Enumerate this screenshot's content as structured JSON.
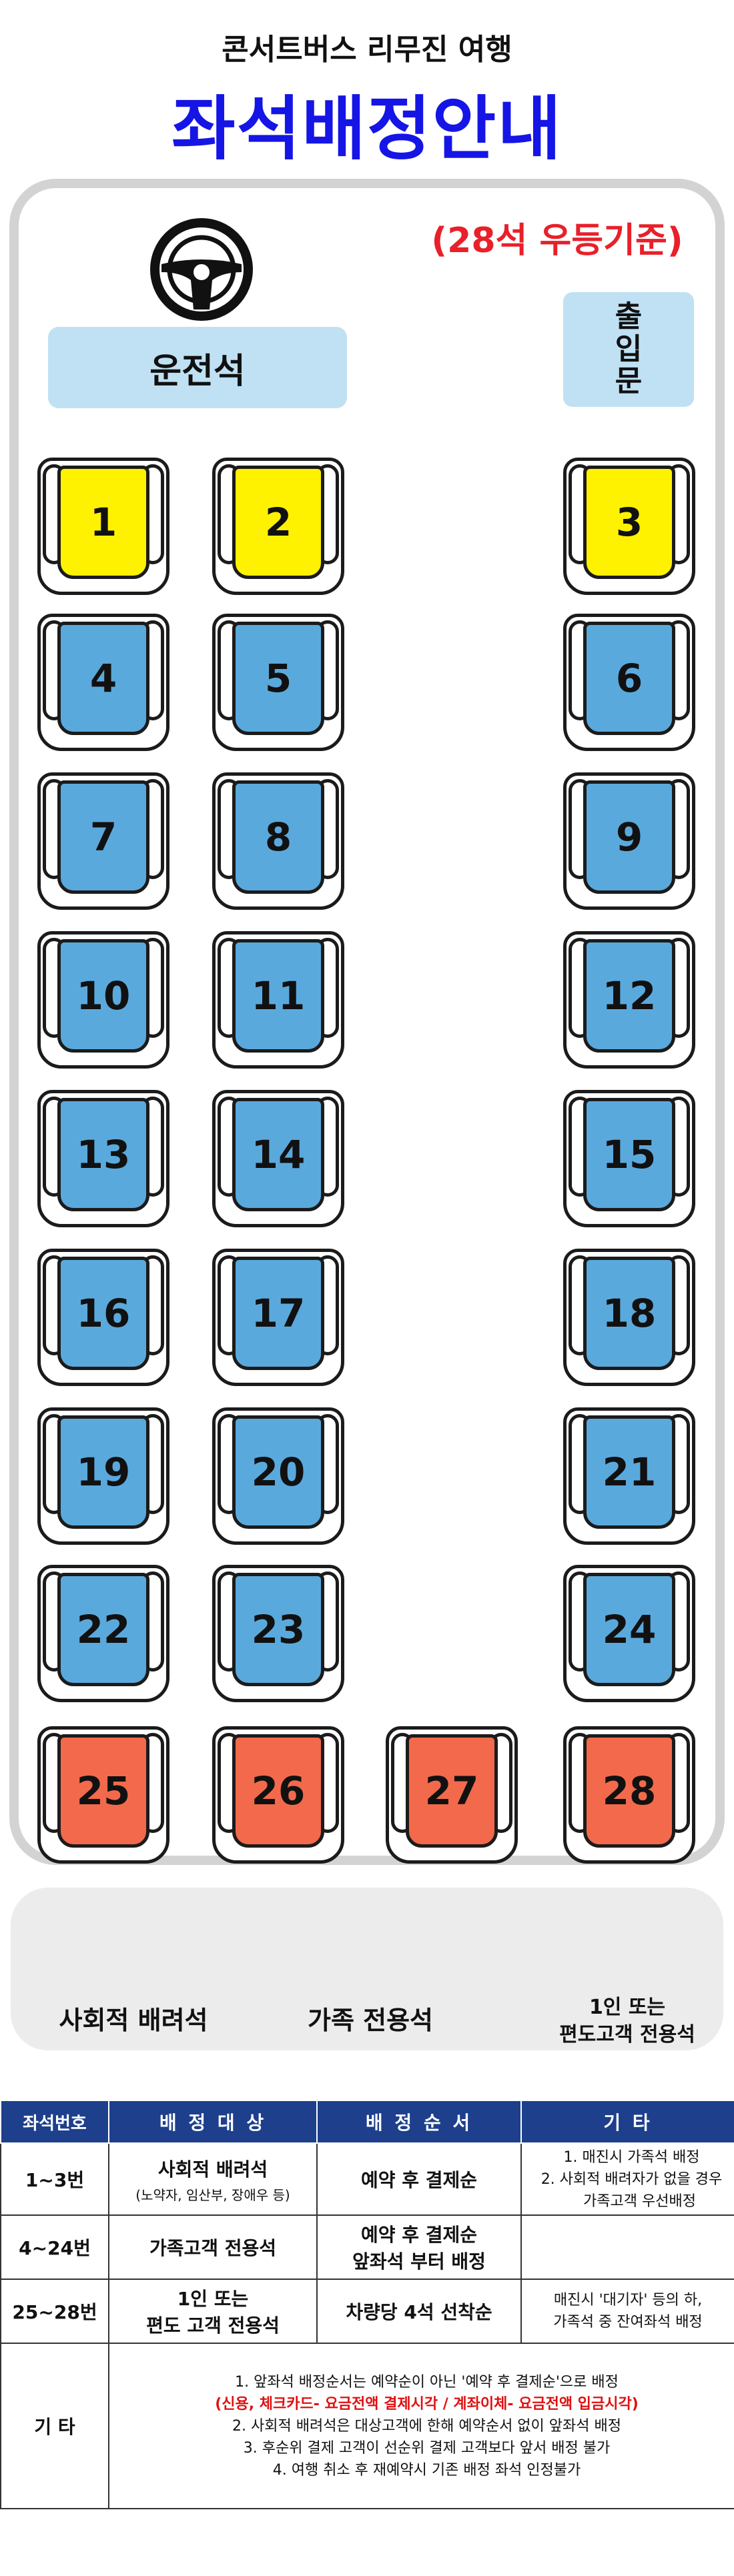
{
  "header": {
    "subtitle": "콘서트버스 리무진 여행",
    "title": "좌석배정안내"
  },
  "bus": {
    "capacity_note": "(28석 우등기준)",
    "driver_label": "운전석",
    "door_label": [
      "출",
      "입",
      "문"
    ],
    "wheel_icon": "steering-wheel-icon"
  },
  "colors": {
    "social": "#fff200",
    "family": "#5aa9dd",
    "single": "#f26a4b",
    "title": "#1515e6",
    "capacity": "#e8202a",
    "table_header": "#1d3f8c"
  },
  "seats": [
    {
      "num": "1",
      "type": "social"
    },
    {
      "num": "2",
      "type": "social"
    },
    {
      "num": "3",
      "type": "social"
    },
    {
      "num": "4",
      "type": "family"
    },
    {
      "num": "5",
      "type": "family"
    },
    {
      "num": "6",
      "type": "family"
    },
    {
      "num": "7",
      "type": "family"
    },
    {
      "num": "8",
      "type": "family"
    },
    {
      "num": "9",
      "type": "family"
    },
    {
      "num": "10",
      "type": "family"
    },
    {
      "num": "11",
      "type": "family"
    },
    {
      "num": "12",
      "type": "family"
    },
    {
      "num": "13",
      "type": "family"
    },
    {
      "num": "14",
      "type": "family"
    },
    {
      "num": "15",
      "type": "family"
    },
    {
      "num": "16",
      "type": "family"
    },
    {
      "num": "17",
      "type": "family"
    },
    {
      "num": "18",
      "type": "family"
    },
    {
      "num": "19",
      "type": "family"
    },
    {
      "num": "20",
      "type": "family"
    },
    {
      "num": "21",
      "type": "family"
    },
    {
      "num": "22",
      "type": "family"
    },
    {
      "num": "23",
      "type": "family"
    },
    {
      "num": "24",
      "type": "family"
    },
    {
      "num": "25",
      "type": "single"
    },
    {
      "num": "26",
      "type": "single"
    },
    {
      "num": "27",
      "type": "single"
    },
    {
      "num": "28",
      "type": "single"
    }
  ],
  "legend": [
    {
      "type": "social",
      "label": "사회적 배려석"
    },
    {
      "type": "family",
      "label": "가족 전용석"
    },
    {
      "type": "single",
      "label_line1": "1인 또는",
      "label_line2": "편도고객 전용석"
    }
  ],
  "table": {
    "headers": [
      "좌석번호",
      "배 정 대 상",
      "배 정 순 서",
      "기 타"
    ],
    "rows": [
      {
        "seats": "1~3번",
        "target": "사회적 배려석",
        "target_sub": "(노약자, 임산부, 장애우 등)",
        "order": "예약 후 결제순",
        "etc": [
          "1. 매진시 가족석 배정",
          "2. 사회적 배려자가 없을 경우",
          "가족고객 우선배정"
        ]
      },
      {
        "seats": "4~24번",
        "target": "가족고객 전용석",
        "order_line1": "예약 후 결제순",
        "order_line2": "앞좌석 부터 배정",
        "etc": []
      },
      {
        "seats": "25~28번",
        "target_line1": "1인 또는",
        "target_line2": "편도 고객 전용석",
        "order": "차량당 4석 선착순",
        "etc": [
          "매진시 '대기자' 등의 하,",
          "가족석 중 잔여좌석 배정"
        ]
      }
    ],
    "notes": {
      "label": "기 타",
      "items": [
        "1. 앞좌석 배정순서는 예약순이 아닌 '예약 후 결제순'으로 배정",
        "(신용, 체크카드- 요금전액 결제시각 / 계좌이체- 요금전액 입금시각)",
        "2. 사회적 배려석은 대상고객에 한해 예약순서 없이 앞좌석 배정",
        "3. 후순위 결제 고객이 선순위 결제 고객보다 앞서 배정 불가",
        "4. 여행 취소 후 재예약시 기존 배정 좌석 인정불가"
      ]
    }
  }
}
